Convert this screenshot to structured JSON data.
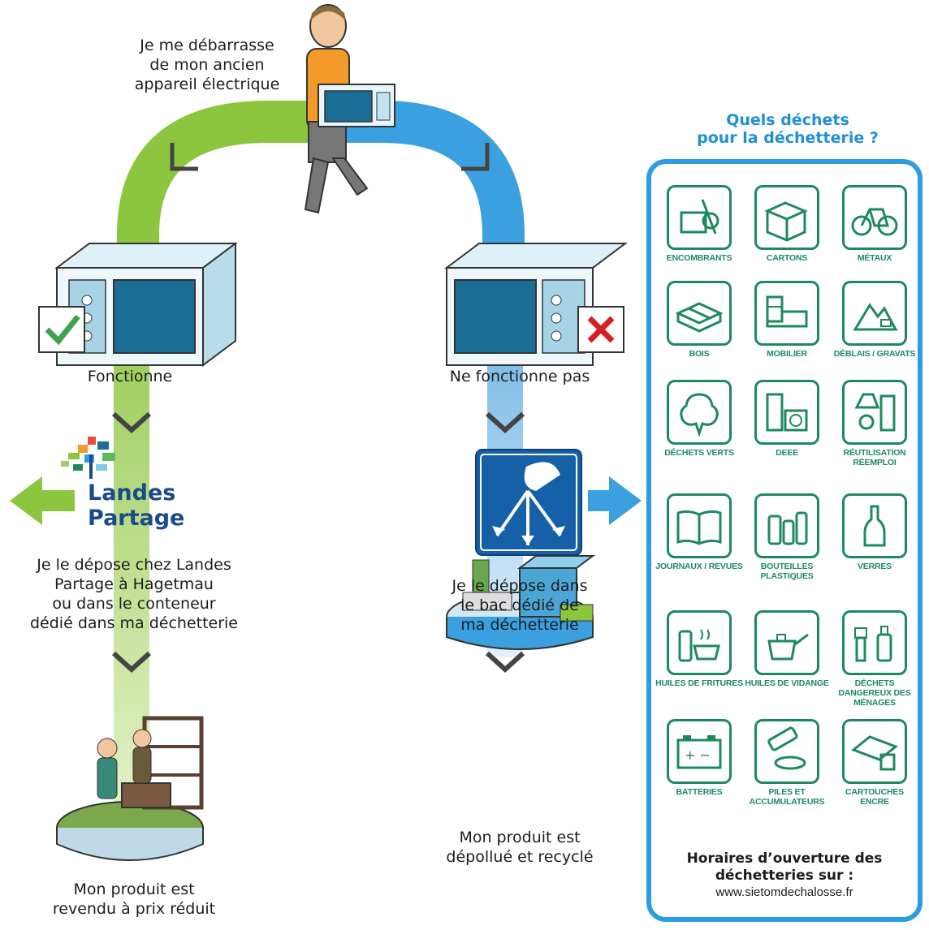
{
  "intro_text": [
    "Je me débarrasse",
    "de mon ancien",
    "appareil électrique"
  ],
  "branch_left": {
    "status": "Fonctionne",
    "partner_logo": [
      "Landes",
      "Partage"
    ],
    "action": [
      "Je le dépose chez Landes",
      "Partage à Hagetmau",
      "ou dans le conteneur",
      "dédié dans ma déchetterie"
    ],
    "result": [
      "Mon produit est",
      "revendu à prix réduit"
    ]
  },
  "branch_right": {
    "status": "Ne fonctionne pas",
    "action": [
      "Je le dépose dans",
      "le bac dédié de",
      "ma déchetterie"
    ],
    "result": [
      "Mon produit est",
      "dépollué et recyclé"
    ]
  },
  "panel": {
    "title": [
      "Quels déchets",
      "pour la déchetterie ?"
    ],
    "categories": [
      {
        "label": "ENCOMBRANTS",
        "icon": "furniture-bulky-icon"
      },
      {
        "label": "CARTONS",
        "icon": "box-icon"
      },
      {
        "label": "MÉTAUX",
        "icon": "bicycle-icon"
      },
      {
        "label": "BOIS",
        "icon": "pallet-icon"
      },
      {
        "label": "MOBILIER",
        "icon": "bed-icon"
      },
      {
        "label": "DÉBLAIS / GRAVATS",
        "icon": "rubble-icon"
      },
      {
        "label": "DÉCHETS VERTS",
        "icon": "tree-icon"
      },
      {
        "label": "DEEE",
        "icon": "appliances-icon"
      },
      {
        "label": "RÉUTILISATION RÉEMPLOI",
        "icon": "lamp-teddy-icon"
      },
      {
        "label": "JOURNAUX / REVUES",
        "icon": "book-icon"
      },
      {
        "label": "BOUTEILLES PLASTIQUES",
        "icon": "plastic-bottles-icon"
      },
      {
        "label": "VERRES",
        "icon": "glass-bottle-icon"
      },
      {
        "label": "HUILES DE FRITURES",
        "icon": "frying-oil-icon"
      },
      {
        "label": "HUILES DE VIDANGE",
        "icon": "oil-can-icon"
      },
      {
        "label": "DÉCHETS DANGEREUX DES MÉNAGES",
        "icon": "paint-spray-icon"
      },
      {
        "label": "BATTERIES",
        "icon": "battery-icon"
      },
      {
        "label": "PILES ET ACCUMULATEURS",
        "icon": "piles-icon"
      },
      {
        "label": "CARTOUCHES ENCRE",
        "icon": "ink-cartridge-icon"
      }
    ],
    "hours_title": [
      "Horaires  d’ouverture des",
      "déchetteries sur :"
    ],
    "hours_url": "www.sietomdechalosse.fr"
  }
}
